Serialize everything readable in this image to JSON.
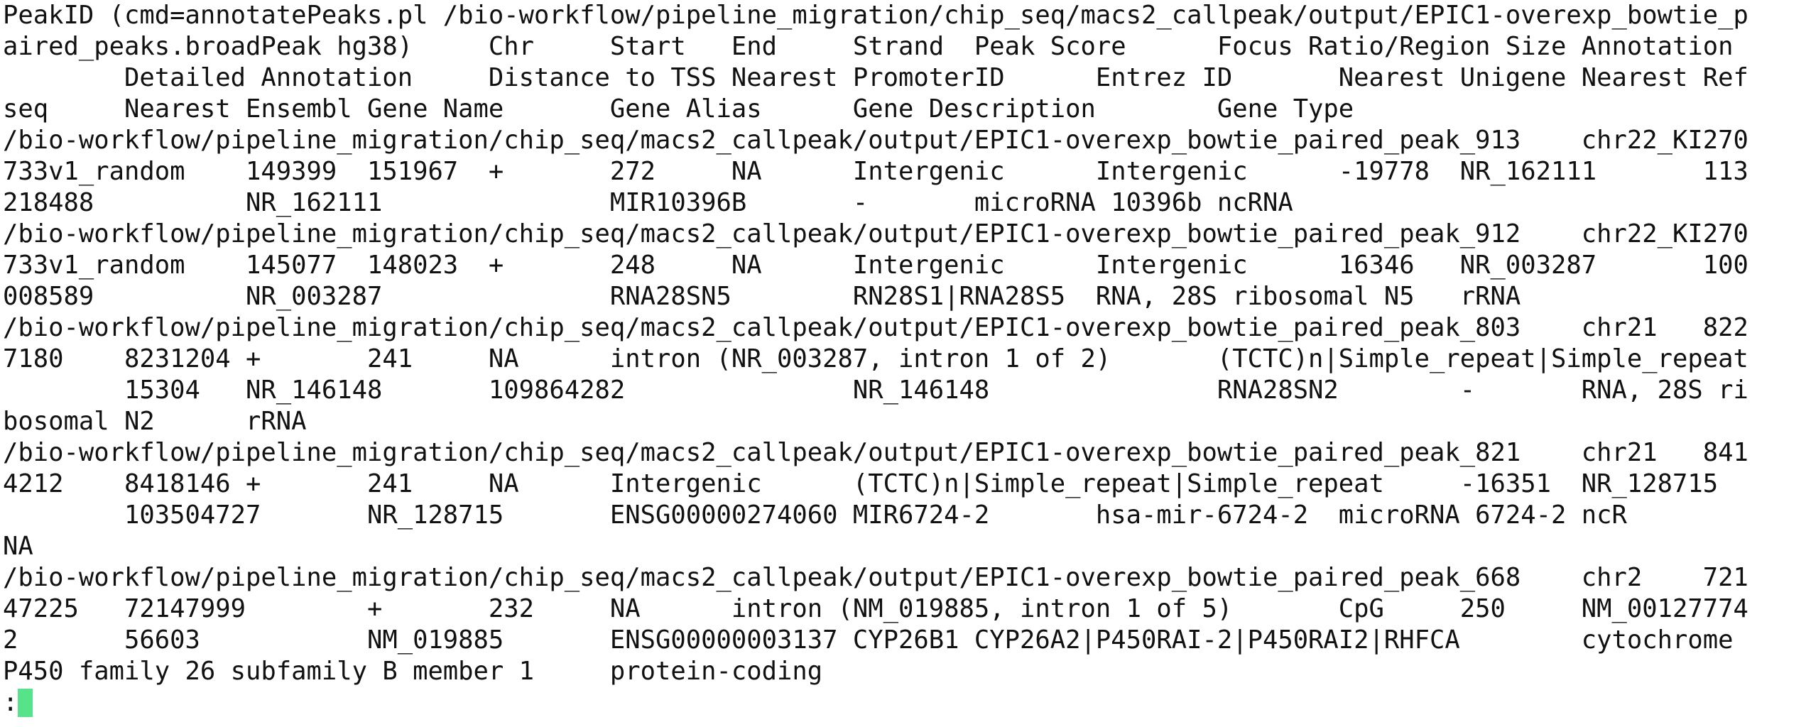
{
  "terminal": {
    "lines": [
      "PeakID (cmd=annotatePeaks.pl /bio-workflow/pipeline_migration/chip_seq/macs2_callpeak/output/EPIC1-overexp_bowtie_p",
      "aired_peaks.broadPeak hg38)     Chr     Start   End     Strand  Peak Score      Focus Ratio/Region Size Annotation",
      "        Detailed Annotation     Distance to TSS Nearest PromoterID      Entrez ID       Nearest Unigene Nearest Ref",
      "seq     Nearest Ensembl Gene Name       Gene Alias      Gene Description        Gene Type",
      "/bio-workflow/pipeline_migration/chip_seq/macs2_callpeak/output/EPIC1-overexp_bowtie_paired_peak_913    chr22_KI270",
      "733v1_random    149399  151967  +       272     NA      Intergenic      Intergenic      -19778  NR_162111       113",
      "218488          NR_162111               MIR10396B       -       microRNA 10396b ncRNA",
      "/bio-workflow/pipeline_migration/chip_seq/macs2_callpeak/output/EPIC1-overexp_bowtie_paired_peak_912    chr22_KI270",
      "733v1_random    145077  148023  +       248     NA      Intergenic      Intergenic      16346   NR_003287       100",
      "008589          NR_003287               RNA28SN5        RN28S1|RNA28S5  RNA, 28S ribosomal N5   rRNA",
      "/bio-workflow/pipeline_migration/chip_seq/macs2_callpeak/output/EPIC1-overexp_bowtie_paired_peak_803    chr21   822",
      "7180    8231204 +       241     NA      intron (NR_003287, intron 1 of 2)       (TCTC)n|Simple_repeat|Simple_repeat",
      "        15304   NR_146148       109864282               NR_146148               RNA28SN2        -       RNA, 28S ri",
      "bosomal N2      rRNA",
      "/bio-workflow/pipeline_migration/chip_seq/macs2_callpeak/output/EPIC1-overexp_bowtie_paired_peak_821    chr21   841",
      "4212    8418146 +       241     NA      Intergenic      (TCTC)n|Simple_repeat|Simple_repeat     -16351  NR_128715",
      "        103504727       NR_128715       ENSG00000274060 MIR6724-2       hsa-mir-6724-2  microRNA 6724-2 ncR",
      "NA",
      "/bio-workflow/pipeline_migration/chip_seq/macs2_callpeak/output/EPIC1-overexp_bowtie_paired_peak_668    chr2    721",
      "47225   72147999        +       232     NA      intron (NM_019885, intron 1 of 5)       CpG     250     NM_00127774",
      "2       56603           NM_019885       ENSG00000003137 CYP26B1 CYP26A2|P450RAI-2|P450RAI2|RHFCA        cytochrome",
      "P450 family 26 subfamily B member 1     protein-coding"
    ],
    "prompt": ":",
    "cursor_color": "#57e389"
  }
}
